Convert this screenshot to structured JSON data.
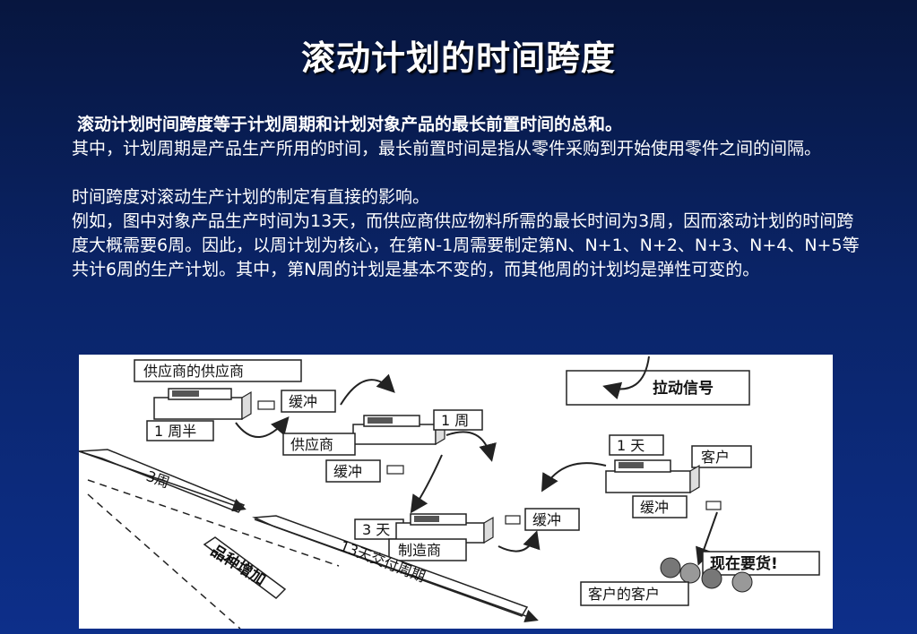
{
  "slide": {
    "title": "滚动计划的时间跨度",
    "lines": [
      "滚动计划时间跨度等于计划周期和计划对象产品的最长前置时间的总和。",
      "其中，计划周期是产品生产所用的时间，最长前置时间是指从零件采购到开始使用零件之间的间隔。",
      "时间跨度对滚动生产计划的制定有直接的影响。",
      "例如，图中对象产品生产时间为13天，而供应商供应物料所需的最长时间为3周，因而滚动计划的时间跨度大概需要6周。因此，以周计划为核心，在第N-1周需要制定第N、N+1、N+2、N+3、N+4、N+5等共计6周的生产计划。其中，第N周的计划是基本不变的，而其他周的计划均是弹性可变的。"
    ]
  },
  "diagram": {
    "supplier_of_supplier": "供应商的供应商",
    "buffer": "缓冲",
    "one_and_half_week": "1 周半",
    "one_week": "1 周",
    "supplier": "供应商",
    "pull_signal": "拉动信号",
    "one_day": "1 天",
    "customer": "客户",
    "three_days": "3 天",
    "manufacturer": "制造商",
    "need_now": "现在要货!",
    "customers_customer": "客户的客户",
    "three_weeks": "3周",
    "variety_increase": "品种增加",
    "delivery_cycle": "13天交付周期"
  }
}
